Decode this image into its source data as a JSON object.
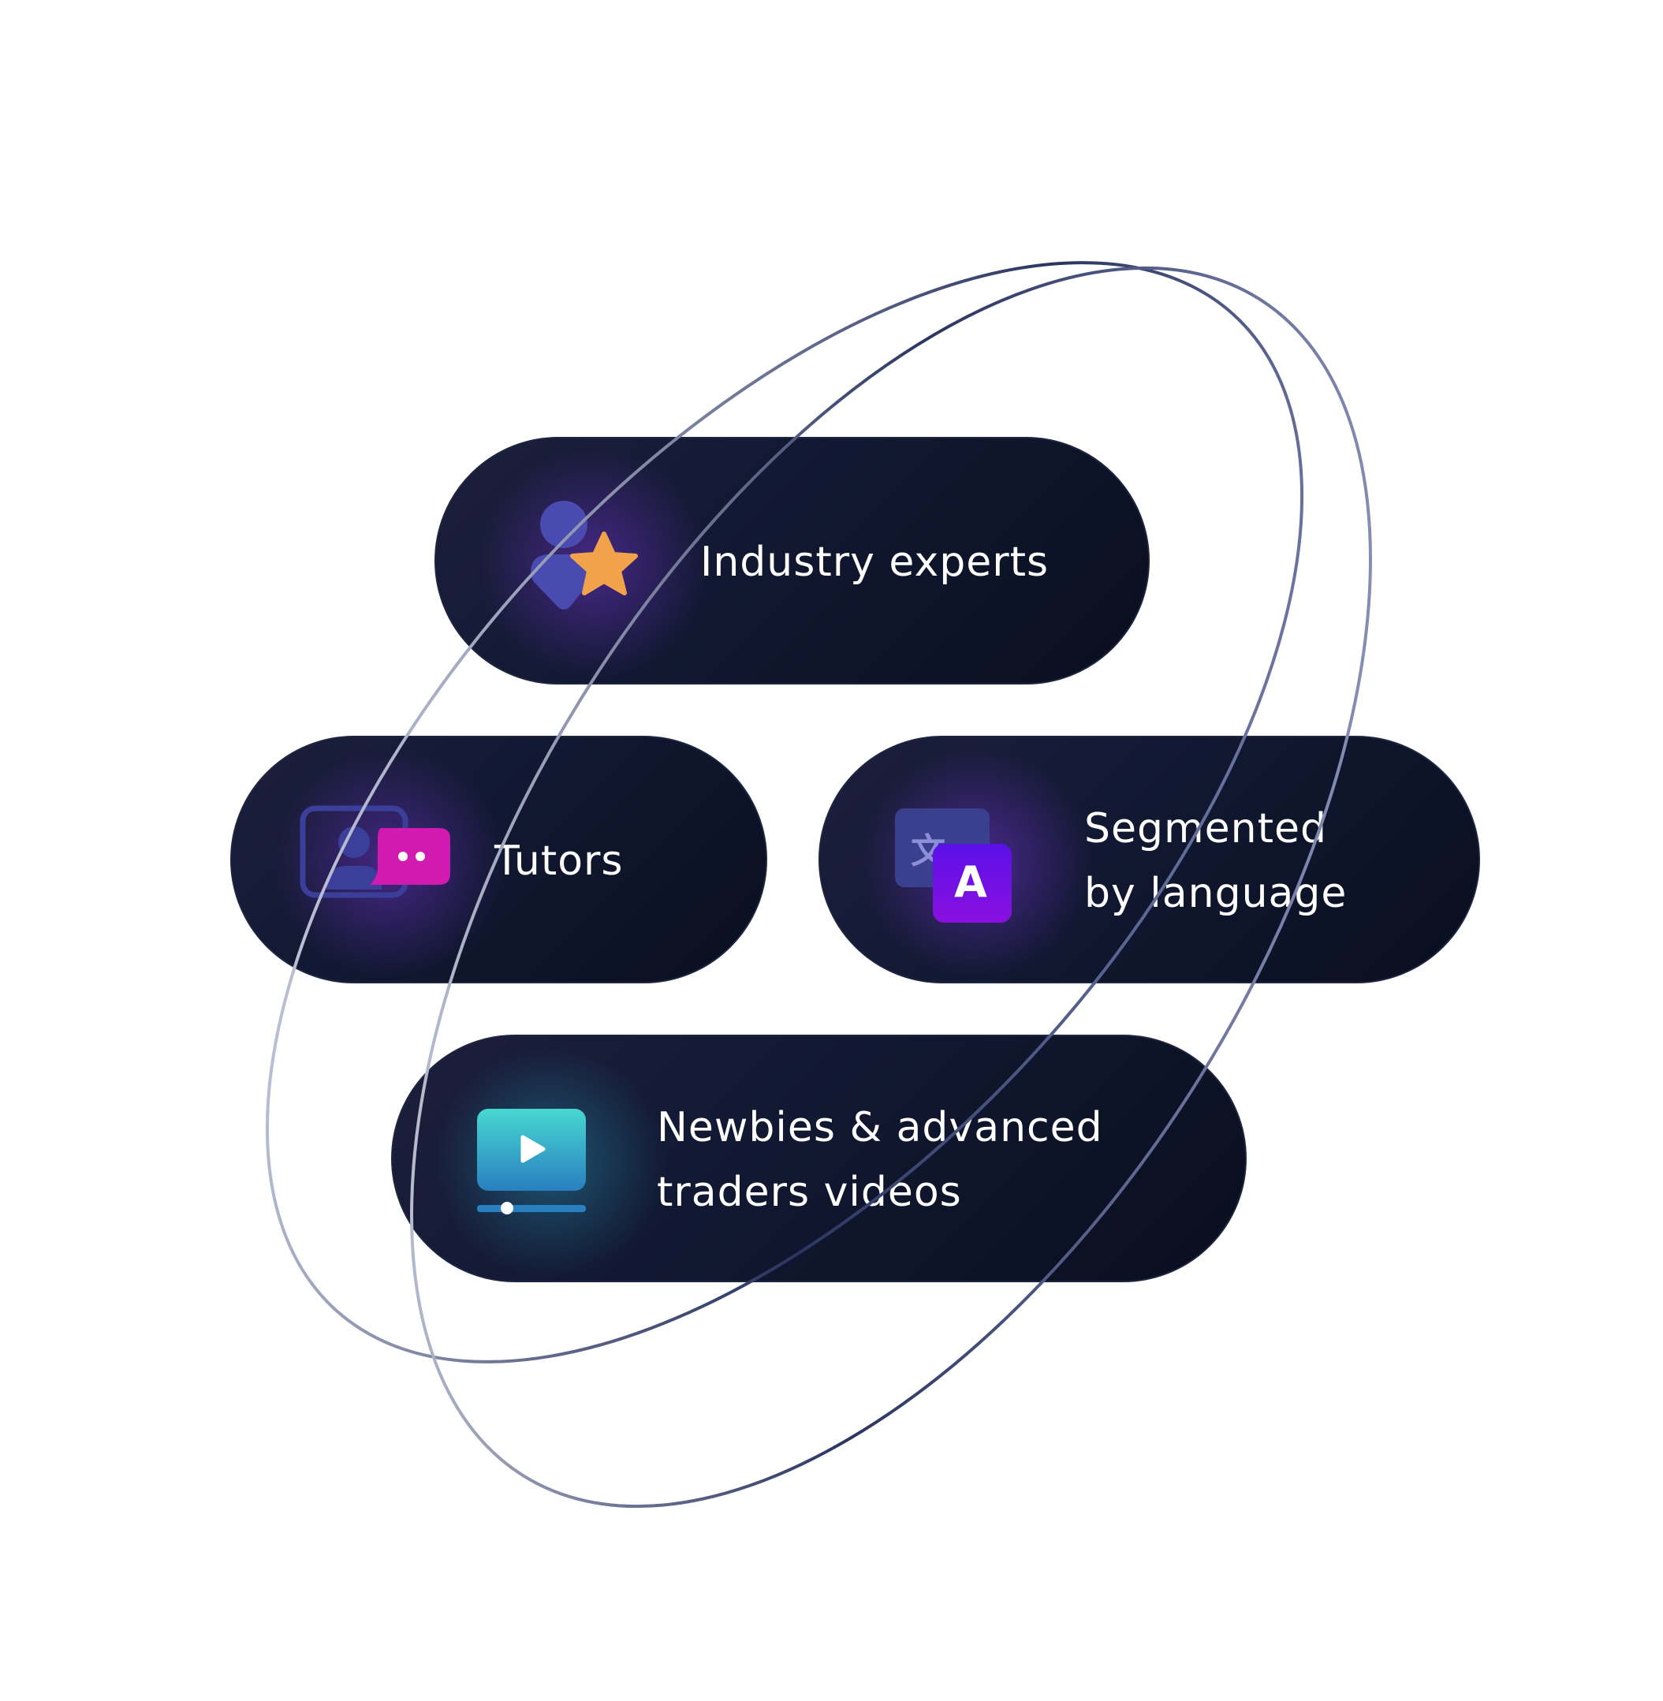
{
  "features": [
    {
      "label": "Industry experts",
      "icon": "expert-star-icon"
    },
    {
      "label": "Tutors",
      "icon": "tutor-chat-icon"
    },
    {
      "label_line1": "Segmented",
      "label_line2": "by language",
      "icon": "translate-icon",
      "icon_letter": "A",
      "icon_glyph": "文"
    },
    {
      "label_line1": "Newbies & advanced",
      "label_line2": "traders videos",
      "icon": "video-player-icon"
    }
  ],
  "colors": {
    "pill": "#0f1529",
    "star": "#f2a24a",
    "chat": "#d01ab0",
    "translate": "#6a10e8",
    "video": "#3ec8d0"
  }
}
